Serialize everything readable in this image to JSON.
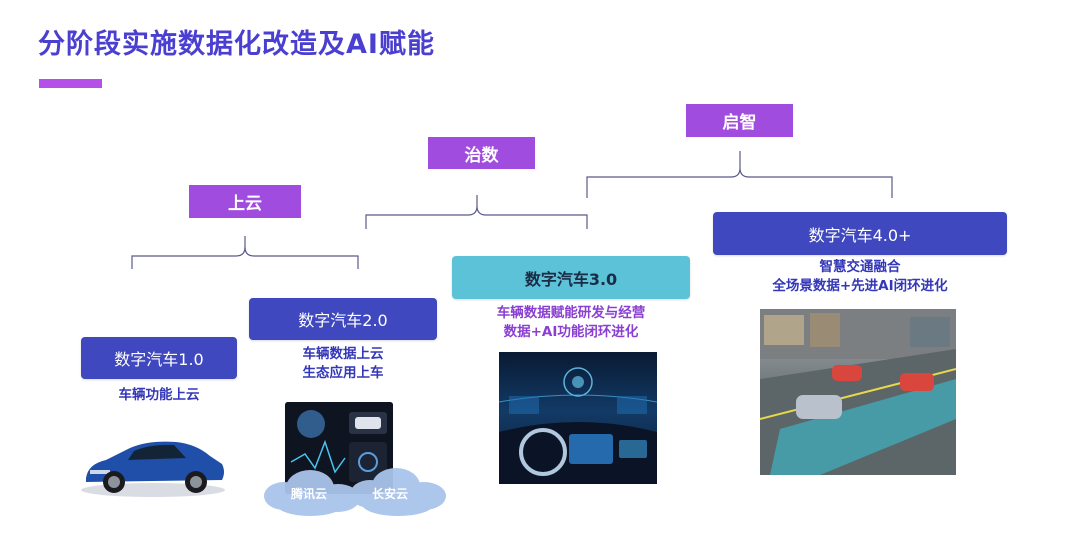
{
  "title": "分阶段实施数据化改造及AI赋能",
  "phases": {
    "shangyun": "上云",
    "zhishu": "治数",
    "qizhi": "启智"
  },
  "stages": {
    "s1": {
      "label": "数字汽车1.0",
      "desc1": "车辆功能上云"
    },
    "s2": {
      "label": "数字汽车2.0",
      "desc1": "车辆数据上云",
      "desc2": "生态应用上车"
    },
    "s3": {
      "label": "数字汽车3.0",
      "desc1": "车辆数据赋能研发与经营",
      "desc2": "数据+AI功能闭环进化"
    },
    "s4": {
      "label": "数字汽车4.0+",
      "desc1": "智慧交通融合",
      "desc2": "全场景数据+先进AI闭环进化"
    }
  },
  "clouds": {
    "tencent": "腾讯云",
    "changan": "长安云"
  },
  "colors": {
    "title": "#4a3fd0",
    "phase": "#a04cdf",
    "stage": "#3f48be",
    "stage3": "#5bc2d8",
    "accent_bar": "#b44fe8"
  }
}
